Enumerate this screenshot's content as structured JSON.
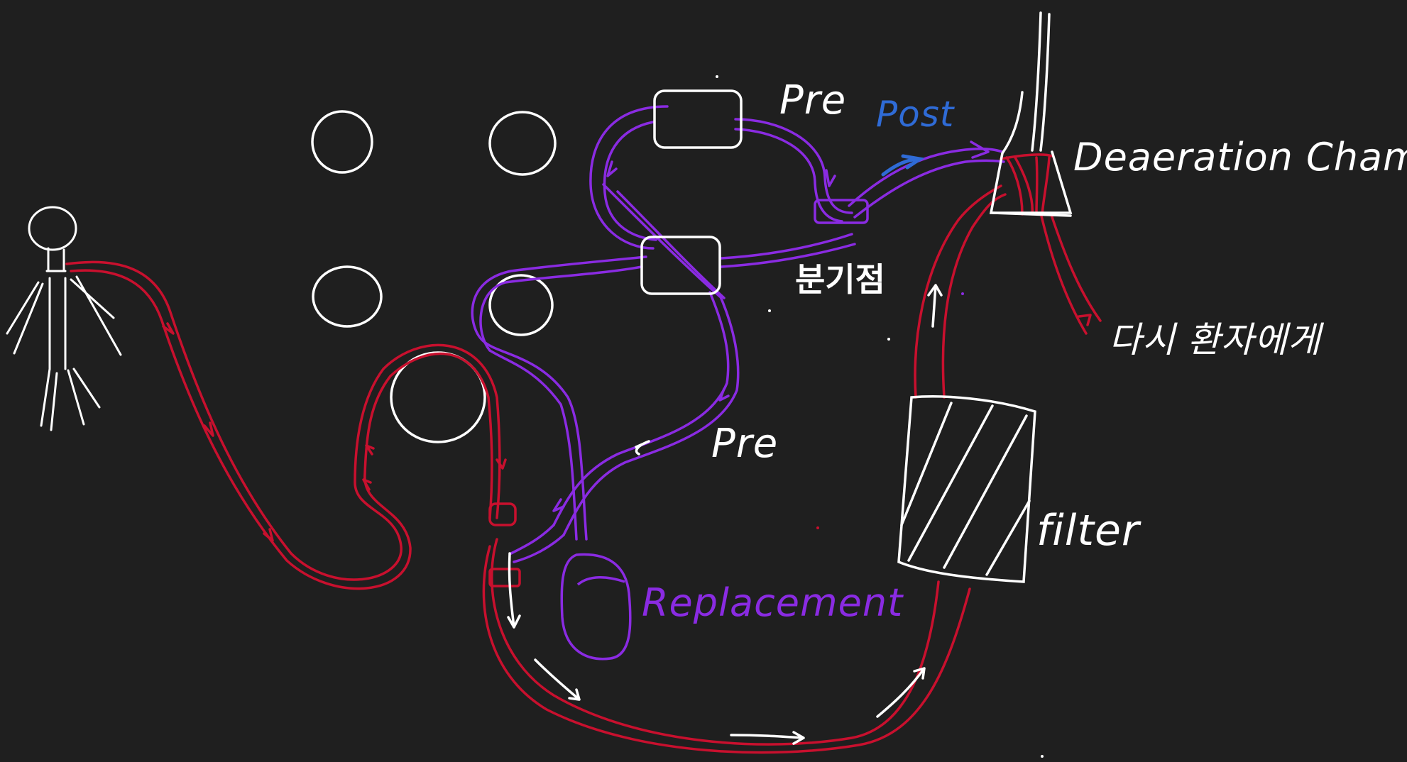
{
  "labels": {
    "pre_top": "Pre",
    "post": "Post",
    "deaeration_chamber": "Deaeration Chamber",
    "branch_point": "분기점",
    "pre_bottom": "Pre",
    "return_to_patient": "다시 환자에게",
    "filter": "filter",
    "replacement": "Replacement"
  },
  "colors": {
    "background": "#1f1f1f",
    "ink_white": "#ffffff",
    "blood_red": "#c8102e",
    "fluid_purple": "#8a2be2",
    "post_blue": "#2f6bd6"
  }
}
